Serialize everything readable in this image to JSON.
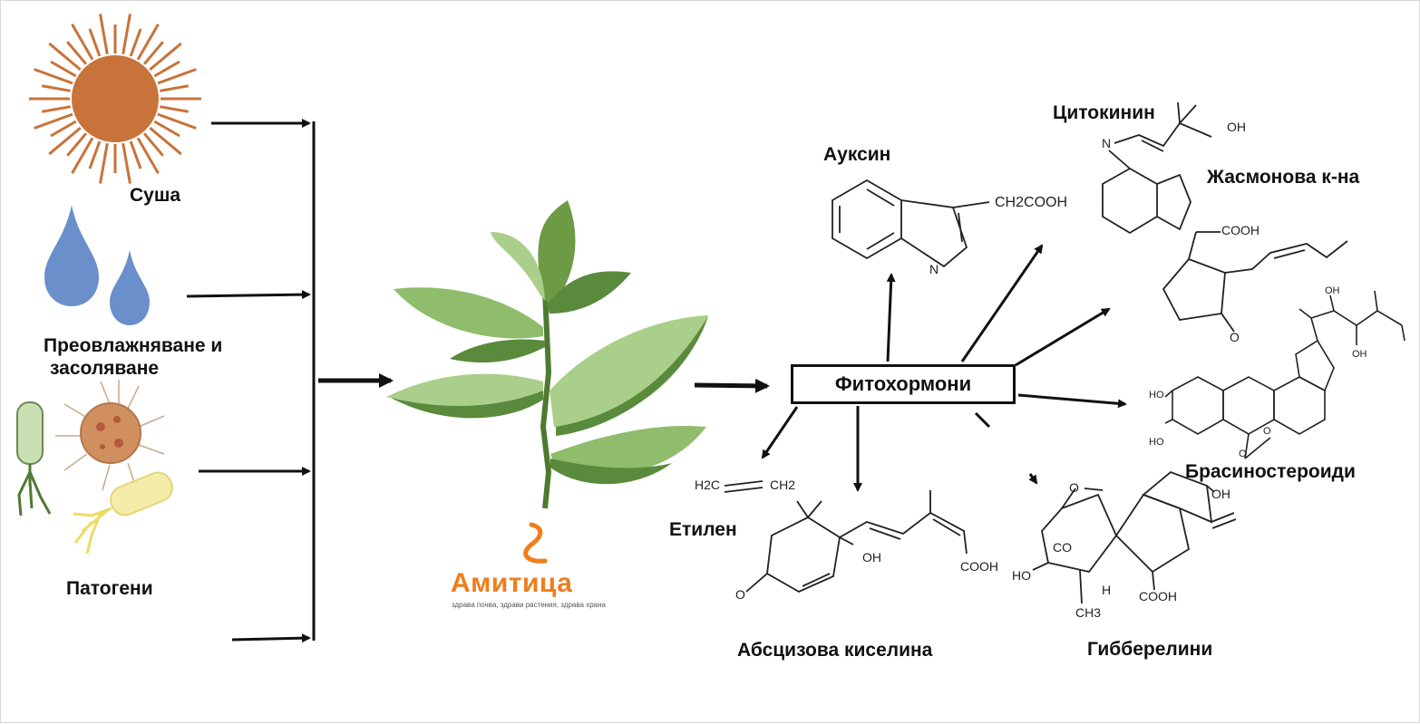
{
  "stress": {
    "drought": "Суша",
    "waterlogging_line1": "Преовлажняване и",
    "waterlogging_line2": "засоляване",
    "pathogens": "Патогени"
  },
  "hub_label": "Фитохормони",
  "hormones": {
    "auxin": "Ауксин",
    "cytokinin": "Цитокинин",
    "jasmonic": "Жасмонова к-на",
    "brassinosteroids": "Брасиностероиди",
    "gibberellins": "Гибберелини",
    "abscisic": "Абсцизова киселина",
    "ethylene": "Етилен"
  },
  "chem": {
    "ch2cooh": "CH2COOH",
    "n": "N",
    "oh": "OH",
    "cooh": "COOH",
    "o": "O",
    "ho": "HO",
    "h": "H",
    "co": "CO",
    "ch3": "CH3",
    "h2c": "H2C",
    "ch2": "CH2"
  },
  "brand": {
    "name": "Амитица",
    "tagline": "здрава почва, здрави растения, здрава храна"
  },
  "colors": {
    "sun": "#c8733a",
    "drop": "#6a8fcb",
    "leaf_dark": "#5a8a3c",
    "leaf_light": "#a9cf8a",
    "brand": "#f07d1a"
  }
}
